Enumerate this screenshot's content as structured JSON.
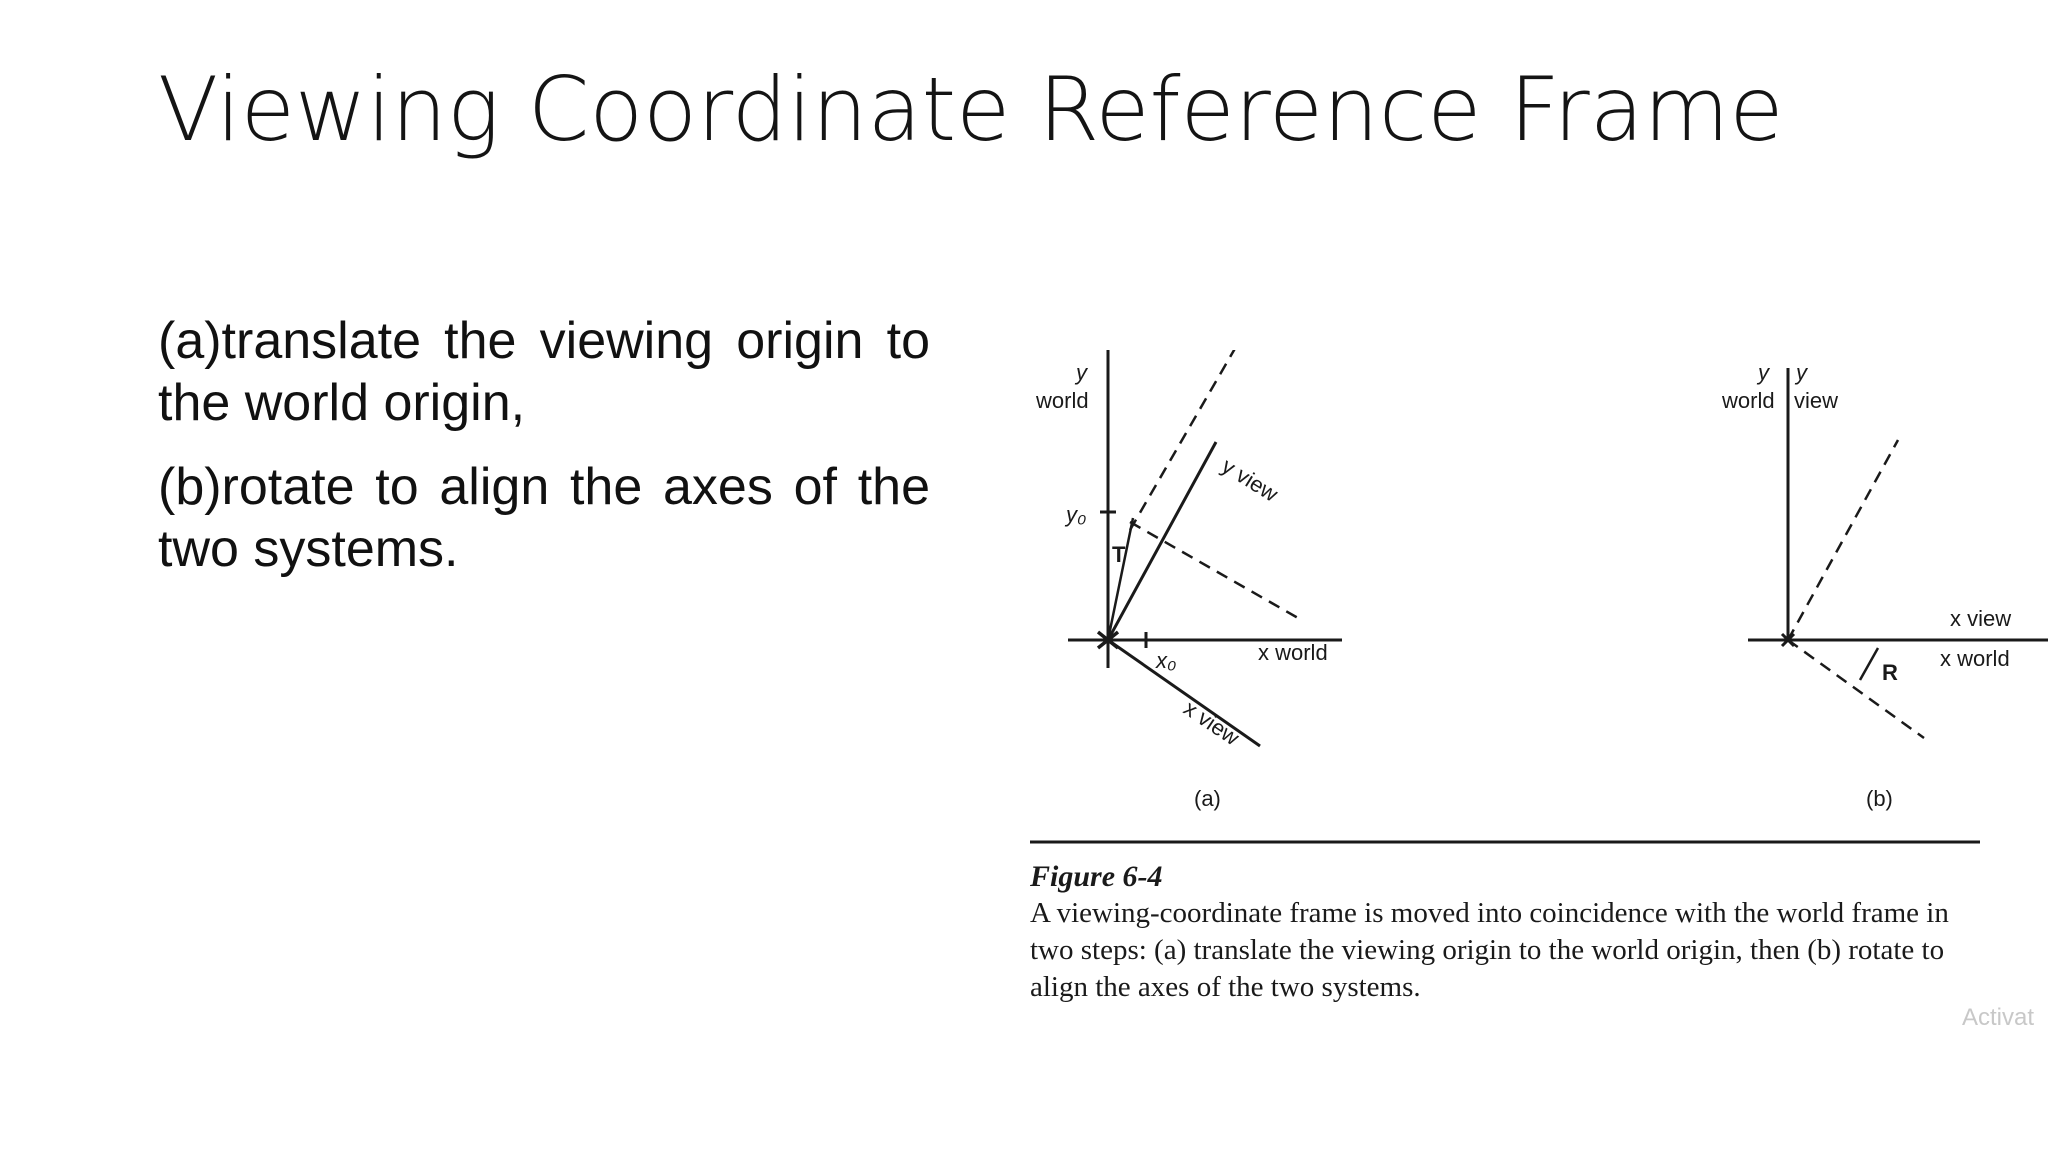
{
  "slide": {
    "title": "Viewing Coordinate Reference Frame",
    "bullets": [
      "(a)translate the viewing origin to the world origin,",
      "(b)rotate   to align the axes of the two systems."
    ]
  },
  "figure": {
    "panel_a": {
      "y_label": "y",
      "world_label": "world",
      "y0_label": "y₀",
      "t_label": "T",
      "x0_label": "x₀",
      "x_world_label": "x world",
      "y_view_label": "y view",
      "x_view_label": "x view",
      "panel_label": "(a)"
    },
    "panel_b": {
      "y_world_label": "y",
      "world_label": "world",
      "y_view_label": "y",
      "view_label": "view",
      "x_view_label": "x view",
      "x_world_label": "x world",
      "r_label": "R",
      "panel_label": "(b)"
    },
    "caption_label": "Figure 6-4",
    "caption_text": "A viewing-coordinate frame is moved into coincidence with the world frame in two steps: (a) translate the viewing origin to the world origin, then (b) rotate to align the axes of the two systems."
  },
  "watermark": "Activat"
}
